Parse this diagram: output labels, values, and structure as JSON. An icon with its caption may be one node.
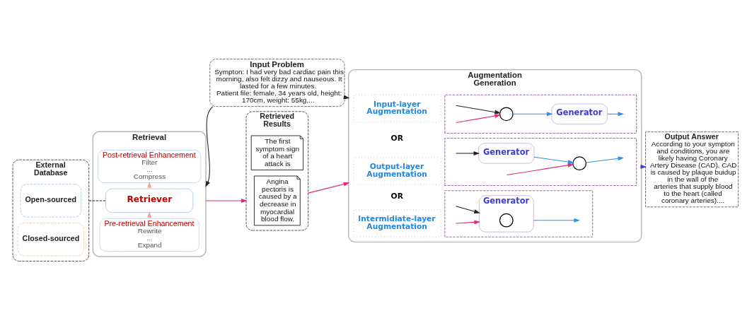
{
  "diagram": {
    "nodes": [
      {
        "text": [
          "Input Problem",
          "Sympton: I had very bad cardiac pain this morning, also felt dizzy and nauseous. It lasted for a few minutes.",
          "Patient file: female, 34 years old, height: 170cm, weight: 55kg,..."
        ]
      },
      {
        "text": [
          "External Database"
        ]
      },
      {
        "text": [
          "Open-sourced"
        ],
        "in": 1
      },
      {
        "text": [
          "Closed-sourced"
        ],
        "in": 1
      },
      {
        "text": [
          "Retrieval"
        ]
      },
      {
        "text": [
          "Pre-retrieval Enhancement",
          "Rewrite",
          "...",
          "Expand"
        ],
        "in": 4
      },
      {
        "text": [
          "Retriever"
        ],
        "in": 4
      },
      {
        "text": [
          "Post-retrieval Enhancement",
          "Filter",
          "...",
          "Compress"
        ],
        "in": 4
      },
      {
        "text": [
          "Retrieved Results"
        ]
      },
      {
        "text": [
          "The first symptom sign of a heart attack is"
        ],
        "in": 8
      },
      {
        "text": [
          "Angina pectoris is caused by a decrease in myocardial blood flow."
        ],
        "in": 8
      },
      {
        "text": [
          "Augmentation",
          "Generation"
        ]
      },
      {
        "text": [
          "Input-layer Augmentation"
        ],
        "in": 11
      },
      {
        "text": [],
        "shape": "box",
        "in": 11
      },
      {
        "text": [],
        "shape": "circle",
        "in": 13
      },
      {
        "text": [
          "Generator"
        ],
        "in": 13
      },
      {
        "text": [
          "Output-layer Augmentation"
        ],
        "in": 11
      },
      {
        "text": [],
        "shape": "box",
        "in": 11
      },
      {
        "text": [
          "Generator"
        ],
        "in": 17
      },
      {
        "text": [],
        "shape": "circle",
        "in": 17
      },
      {
        "text": [
          "Intermidiate-layer Augmentation"
        ],
        "in": 11
      },
      {
        "text": [],
        "shape": "box",
        "in": 11
      },
      {
        "text": [
          "Generator"
        ],
        "in": 21
      },
      {
        "text": [],
        "shape": "circle",
        "in": 22
      },
      {
        "text": [
          "Output Answer",
          "According to your sympton and conditions, you are likely having Coronary Artery Disease (CAD). CAD is caused by plaque buidup in the wall of the arteries that supply blood to the heart (called coronary arteries)...."
        ]
      }
    ],
    "edges": [
      {
        "from": 0,
        "to": 4,
        "arrow": "to"
      },
      {
        "from": 0,
        "to": 11,
        "arrow": "to"
      },
      {
        "from": 1,
        "to": 6,
        "arrow": "none",
        "style": "dashed"
      },
      {
        "from": 5,
        "to": 6,
        "arrow": "to",
        "color": "#f2a39b"
      },
      {
        "from": 6,
        "to": 7,
        "arrow": "to",
        "color": "#f2a39b"
      },
      {
        "from": 4,
        "to": 8,
        "arrow": "to",
        "color": "#e0287d"
      },
      {
        "from": 8,
        "to": 11,
        "arrow": "to",
        "color": "#e0287d"
      },
      {
        "from": 11,
        "to": 24,
        "arrow": "to",
        "color": "#3a3ae0"
      },
      {
        "from": null,
        "to": 14,
        "arrow": "to"
      },
      {
        "from": null,
        "to": 14,
        "arrow": "to",
        "color": "#e0287d"
      },
      {
        "from": 14,
        "to": 15,
        "arrow": "to",
        "color": "#2f8fe8"
      },
      {
        "from": 15,
        "to": null,
        "arrow": "to",
        "color": "#2f8fe8"
      },
      {
        "from": null,
        "to": 18,
        "arrow": "to"
      },
      {
        "from": 18,
        "to": 19,
        "arrow": "to",
        "color": "#2f8fe8"
      },
      {
        "from": null,
        "to": 19,
        "arrow": "to",
        "color": "#e0287d"
      },
      {
        "from": 19,
        "to": null,
        "arrow": "to",
        "color": "#2f8fe8"
      },
      {
        "from": 22,
        "to": null,
        "arrow": "to",
        "color": "#2f8fe8"
      },
      {
        "from": null,
        "to": 22,
        "arrow": "to"
      },
      {
        "from": null,
        "to": 22,
        "arrow": "to",
        "color": "#e0287d"
      }
    ],
    "labels": [
      "OR",
      "OR"
    ]
  }
}
